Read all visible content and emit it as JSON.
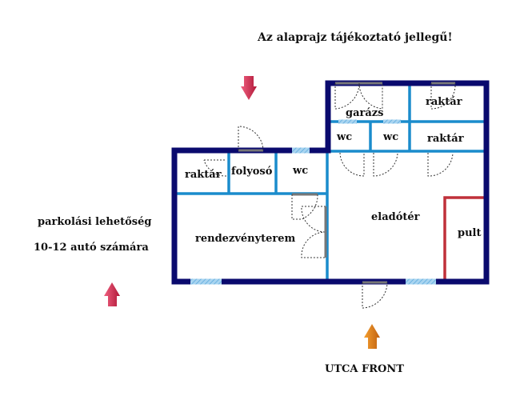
{
  "title": "Az alaprajz tájékoztató jellegű!",
  "parking": {
    "line1": "parkolási lehetőség",
    "line2": "10-12 autó számára"
  },
  "street": "UTCA FRONT",
  "rooms": {
    "garage": "garázs",
    "storage_top": "raktár",
    "wc_left": "wc",
    "wc_right": "wc",
    "storage_mid": "raktár",
    "storage_left": "raktár",
    "corridor": "folyosó",
    "wc_main": "wc",
    "event_hall": "rendezvényterem",
    "sales_floor": "eladótér",
    "counter": "pult"
  },
  "colors": {
    "outer_wall": "#0a0a6e",
    "inner_wall": "#1a8ccc",
    "counter": "#c0303a",
    "entrance_arrow": "#e07a20",
    "parking_arrow": "#d23a5e"
  }
}
